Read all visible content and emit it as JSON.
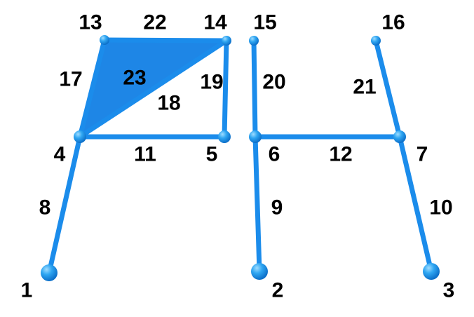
{
  "diagram": {
    "colors": {
      "edge": "#1b8ceb",
      "face": "#1e86e6",
      "node_light": "#9fdcff",
      "node_dark": "#0c6fc9",
      "label": "#000000"
    },
    "nodes": [
      {
        "id": "1",
        "label": "1"
      },
      {
        "id": "2",
        "label": "2"
      },
      {
        "id": "3",
        "label": "3"
      },
      {
        "id": "4",
        "label": "4"
      },
      {
        "id": "5",
        "label": "5"
      },
      {
        "id": "6",
        "label": "6"
      },
      {
        "id": "7",
        "label": "7"
      },
      {
        "id": "13",
        "label": "13"
      },
      {
        "id": "14",
        "label": "14"
      },
      {
        "id": "15",
        "label": "15"
      },
      {
        "id": "16",
        "label": "16"
      }
    ],
    "edges": [
      {
        "id": "8",
        "label": "8",
        "from": "1",
        "to": "4"
      },
      {
        "id": "9",
        "label": "9",
        "from": "2",
        "to": "6"
      },
      {
        "id": "10",
        "label": "10",
        "from": "3",
        "to": "7"
      },
      {
        "id": "11",
        "label": "11",
        "from": "4",
        "to": "5"
      },
      {
        "id": "12",
        "label": "12",
        "from": "6",
        "to": "7"
      },
      {
        "id": "17",
        "label": "17",
        "from": "4",
        "to": "13"
      },
      {
        "id": "18",
        "label": "18",
        "from": "4",
        "to": "14"
      },
      {
        "id": "19",
        "label": "19",
        "from": "5",
        "to": "14"
      },
      {
        "id": "20",
        "label": "20",
        "from": "6",
        "to": "15"
      },
      {
        "id": "21",
        "label": "21",
        "from": "7",
        "to": "16"
      },
      {
        "id": "22",
        "label": "22",
        "from": "13",
        "to": "14"
      }
    ],
    "faces": [
      {
        "id": "23",
        "label": "23",
        "nodes": [
          "4",
          "13",
          "14"
        ]
      }
    ]
  }
}
